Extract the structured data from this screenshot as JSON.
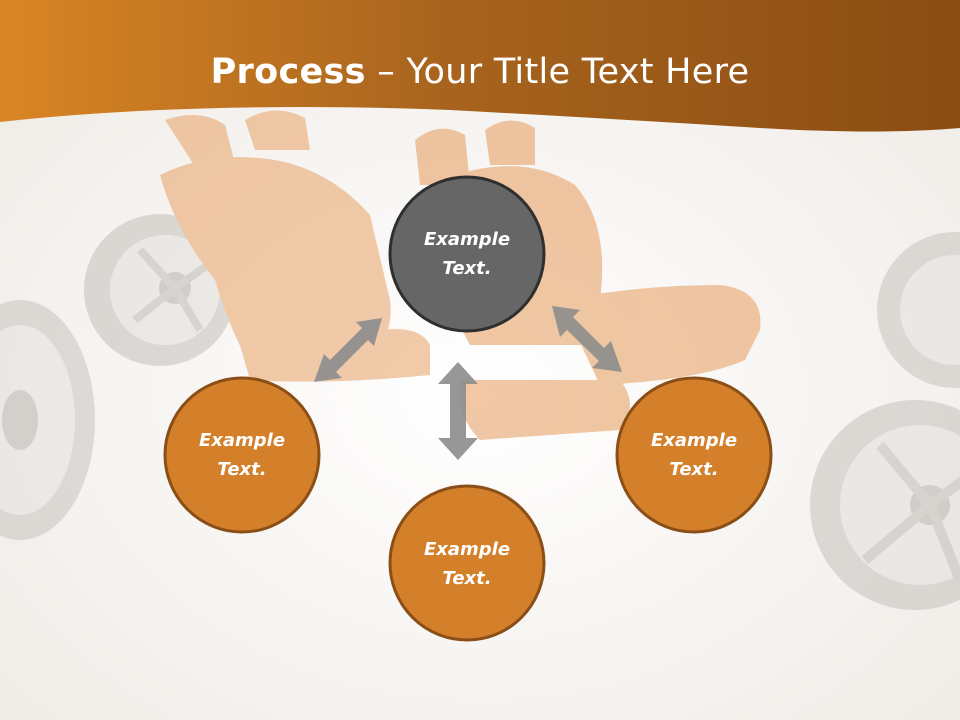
{
  "header": {
    "title_bold": "Process",
    "title_rest": " – Your Title Text Here"
  },
  "colors": {
    "banner_dark": "#8a4c12",
    "banner_light": "#d98524",
    "center_node": "#666666",
    "outer_node": "#d4802a",
    "node_border": "#8a4e16",
    "arrow": "#8c8c8c"
  },
  "diagram": {
    "center": {
      "line1": "Example",
      "line2": "Text."
    },
    "left": {
      "line1": "Example",
      "line2": "Text."
    },
    "bottom": {
      "line1": "Example",
      "line2": "Text."
    },
    "right": {
      "line1": "Example",
      "line2": "Text."
    }
  }
}
